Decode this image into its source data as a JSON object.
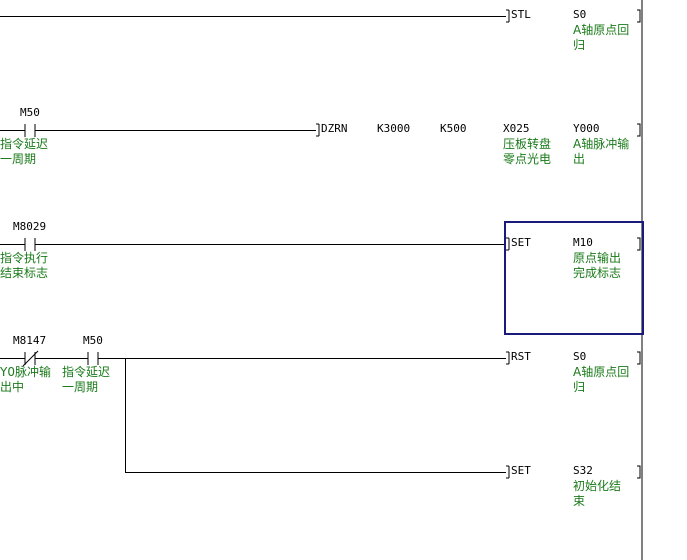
{
  "rungs": [
    {
      "instruction": "STL",
      "operands": [
        "S0"
      ],
      "operand_comments": [
        "A轴原点回归"
      ]
    },
    {
      "contact": "M50",
      "contact_comment": [
        "指令延迟",
        "一周期"
      ],
      "instruction": "DZRN",
      "operands": [
        "K3000",
        "K500",
        "X025",
        "Y000"
      ],
      "operand_comments": [
        "压板转盘",
        "零点光电",
        "A轴脉冲输",
        "出"
      ]
    },
    {
      "contact": "M8029",
      "contact_comment": [
        "指令执行",
        "结束标志"
      ],
      "instruction": "SET",
      "operands": [
        "M10"
      ],
      "operand_comments": [
        "原点输出",
        "完成标志"
      ]
    },
    {
      "contacts": [
        "M8147",
        "M50"
      ],
      "contact_comments": [
        [
          "Y0脉冲输",
          "出中"
        ],
        [
          "指令延迟",
          "一周期"
        ]
      ],
      "instruction": "RST",
      "operands": [
        "S0"
      ],
      "operand_comments": [
        "A轴原点回",
        "归"
      ]
    },
    {
      "instruction": "SET",
      "operands": [
        "S32"
      ],
      "operand_comments": [
        "初始化结",
        "束"
      ]
    }
  ],
  "colors": {
    "comment": "#1a7a1a",
    "selection": "#1a1a7a"
  }
}
